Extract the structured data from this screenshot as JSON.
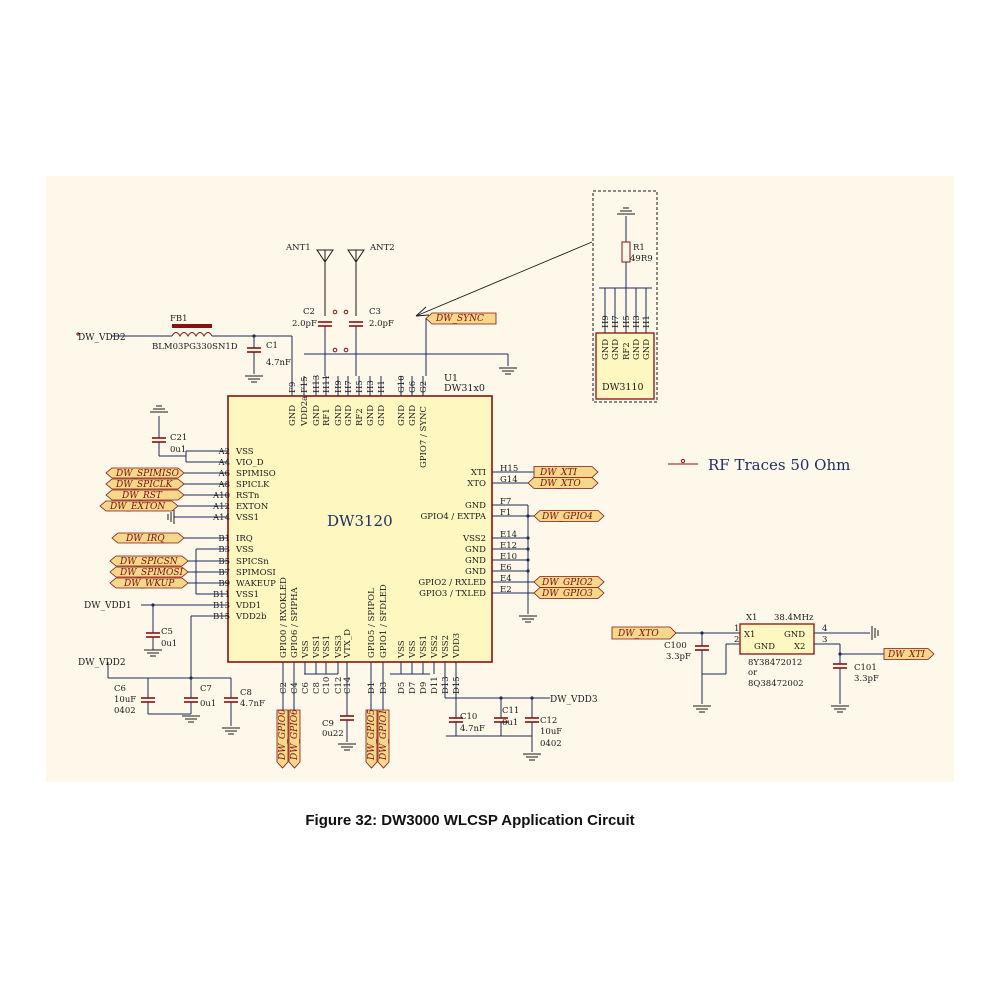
{
  "caption": "Figure 32: DW3000 WLCSP Application Circuit",
  "chip": {
    "main_label": "DW3120",
    "designator": "U1",
    "part": "DW31x0",
    "left_pins": [
      {
        "num": "A2",
        "name": "VSS"
      },
      {
        "num": "A4",
        "name": "VIO_D"
      },
      {
        "num": "A6",
        "name": "SPIMISO"
      },
      {
        "num": "A8",
        "name": "SPICLK"
      },
      {
        "num": "A10",
        "name": "RSTn"
      },
      {
        "num": "A12",
        "name": "EXTON"
      },
      {
        "num": "A14",
        "name": "VSS1"
      },
      {
        "num": "B1",
        "name": "IRQ"
      },
      {
        "num": "B3",
        "name": "VSS"
      },
      {
        "num": "B5",
        "name": "SPICSn"
      },
      {
        "num": "B7",
        "name": "SPIMOSI"
      },
      {
        "num": "B9",
        "name": "WAKEUP"
      },
      {
        "num": "B11",
        "name": "VSS1"
      },
      {
        "num": "B13",
        "name": "VDD1"
      },
      {
        "num": "B15",
        "name": "VDD2b"
      }
    ],
    "top_pins": [
      {
        "num": "F9",
        "name": "GND"
      },
      {
        "num": "F15",
        "name": "VDD2a"
      },
      {
        "num": "H13",
        "name": "GND"
      },
      {
        "num": "H11",
        "name": "RF1"
      },
      {
        "num": "H9",
        "name": "GND"
      },
      {
        "num": "H7",
        "name": "GND"
      },
      {
        "num": "H5",
        "name": "RF2"
      },
      {
        "num": "H3",
        "name": "GND"
      },
      {
        "num": "H1",
        "name": "GND"
      },
      {
        "num": "G10",
        "name": "GND"
      },
      {
        "num": "G6",
        "name": "GND"
      },
      {
        "num": "G2",
        "name": "GPIO7 / SYNC"
      }
    ],
    "right_pins": [
      {
        "num": "H15",
        "name": "XTI"
      },
      {
        "num": "G14",
        "name": "XTO"
      },
      {
        "num": "F7",
        "name": "GND"
      },
      {
        "num": "F1",
        "name": "GPIO4 / EXTPA"
      },
      {
        "num": "E14",
        "name": "VSS2"
      },
      {
        "num": "E12",
        "name": "GND"
      },
      {
        "num": "E10",
        "name": "GND"
      },
      {
        "num": "E6",
        "name": "GND"
      },
      {
        "num": "E4",
        "name": "GPIO2 / RXLED"
      },
      {
        "num": "E2",
        "name": "GPIO3 / TXLED"
      }
    ],
    "bottom_pins": [
      {
        "num": "C2",
        "name": "GPIO0 / RXOKLED"
      },
      {
        "num": "C4",
        "name": "GPIO6 / SPIPHA"
      },
      {
        "num": "C6",
        "name": "VSS"
      },
      {
        "num": "C8",
        "name": "VSS1"
      },
      {
        "num": "C10",
        "name": "VSS1"
      },
      {
        "num": "C12",
        "name": "VSS3"
      },
      {
        "num": "C14",
        "name": "VTX_D"
      },
      {
        "num": "D1",
        "name": "GPIO5 / SPIPOL"
      },
      {
        "num": "D3",
        "name": "GPIO1 / SFDLED"
      },
      {
        "num": "D5",
        "name": "VSS"
      },
      {
        "num": "D7",
        "name": "VSS"
      },
      {
        "num": "D9",
        "name": "VSS1"
      },
      {
        "num": "D11",
        "name": "VSS2"
      },
      {
        "num": "D13",
        "name": "VSS2"
      },
      {
        "num": "D15",
        "name": "VDD3"
      }
    ]
  },
  "left_nets": [
    "DW_SPIMISO",
    "DW_SPICLK",
    "DW_RST",
    "DW_EXTON",
    "DW_IRQ",
    "DW_SPICSN",
    "DW_SPIMOSI",
    "DW_WKUP"
  ],
  "right_nets": [
    "DW_XTI",
    "DW_XTO",
    "DW_GPIO4",
    "DW_GPIO2",
    "DW_GPIO3"
  ],
  "bottom_nets": [
    "DW_GPIO0",
    "DW_GPIO6",
    "DW_GPIO5",
    "DW_GPIO1"
  ],
  "power_nets": {
    "vdd2": "DW_VDD2",
    "vdd1": "DW_VDD1",
    "vdd3": "DW_VDD3"
  },
  "sync_net": "DW_SYNC",
  "components": {
    "fb1": {
      "ref": "FB1",
      "value": "BLM03PG330SN1D"
    },
    "c1": {
      "ref": "C1",
      "value": "4.7nF"
    },
    "c2": {
      "ref": "C2",
      "value": "2.0pF"
    },
    "c3": {
      "ref": "C3",
      "value": "2.0pF"
    },
    "c21": {
      "ref": "C21",
      "value": "0u1"
    },
    "c5": {
      "ref": "C5",
      "value": "0u1"
    },
    "c6": {
      "ref": "C6",
      "value": "10uF",
      "pkg": "0402"
    },
    "c7": {
      "ref": "C7",
      "value": "0u1"
    },
    "c8": {
      "ref": "C8",
      "value": "4.7nF"
    },
    "c9": {
      "ref": "C9",
      "value": "0u22"
    },
    "c10": {
      "ref": "C10",
      "value": "4.7nF"
    },
    "c11": {
      "ref": "C11",
      "value": "0u1"
    },
    "c12": {
      "ref": "C12",
      "value": "10uF",
      "pkg": "0402"
    },
    "c100": {
      "ref": "C100",
      "value": "3.3pF"
    },
    "c101": {
      "ref": "C101",
      "value": "3.3pF"
    },
    "r1": {
      "ref": "R1",
      "value": "49R9"
    },
    "ant1": "ANT1",
    "ant2": "ANT2"
  },
  "dw3110": {
    "label": "DW3110",
    "pins": [
      "H9",
      "H7",
      "H5",
      "H3",
      "H1"
    ],
    "names": [
      "GND",
      "GND",
      "RF2",
      "GND",
      "GND"
    ]
  },
  "crystal": {
    "ref": "X1",
    "freq": "38.4MHz",
    "pin1": "1",
    "pin2": "2",
    "pin3": "3",
    "pin4": "4",
    "x1": "X1",
    "gnd_top": "GND",
    "gnd_bottom": "GND",
    "x2": "X2",
    "part1": "8Y38472012",
    "or": "or",
    "part2": "8Q38472002"
  },
  "rf_note": "RF Traces 50 Ohm"
}
